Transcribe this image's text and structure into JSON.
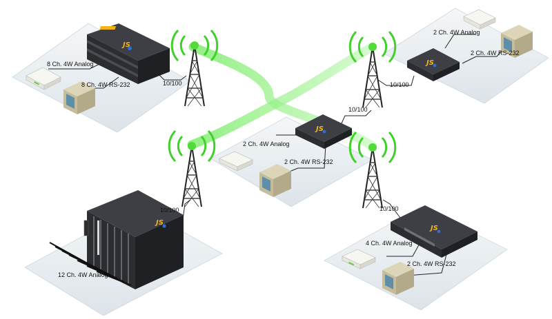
{
  "colors": {
    "platform": "#e9eef2",
    "platform_edge": "#c9d2d8",
    "chassis": "#2c2d30",
    "chassis_top": "#3d3f44",
    "radio_glow": "#4fdc3a",
    "link_beam": "#7ff064",
    "brand_yellow": "#f2b318",
    "brand_blue": "#2e6fd1",
    "modem_body": "#f7f7f2",
    "terminal_body": "#cfc6a8",
    "terminal_screen": "#5f8fa8"
  },
  "logo_text": "JS",
  "sites": {
    "top_left": {
      "analog_label": "8 Ch. 4W Analog",
      "serial_label": "8 Ch. 4W RS-232",
      "ethernet_label": "10/100",
      "device_icon": "rack-mount-multiplexer-icon"
    },
    "top_right": {
      "analog_label": "2 Ch. 4W Analog",
      "serial_label": "2 Ch. 4W RS-232",
      "ethernet_label": "10/100",
      "device_icon": "compact-multiplexer-icon"
    },
    "center": {
      "analog_label": "2 Ch. 4W Analog",
      "serial_label": "2 Ch. 4W RS-232",
      "ethernet_label": "10/100",
      "device_icon": "compact-multiplexer-icon"
    },
    "bottom_left": {
      "analog_label": "12 Ch. 4W Analog",
      "ethernet_label": "10/100",
      "device_icon": "card-cage-chassis-icon"
    },
    "bottom_right": {
      "analog_label": "4 Ch. 4W Analog",
      "serial_label": "2 Ch. 4W RS-232",
      "ethernet_label": "10/100",
      "device_icon": "1u-multiplexer-icon"
    }
  },
  "towers": [
    {
      "id": "tower-top-left",
      "icon": "radio-tower-icon"
    },
    {
      "id": "tower-top-right",
      "icon": "radio-tower-icon"
    },
    {
      "id": "tower-mid-left",
      "icon": "radio-tower-icon"
    },
    {
      "id": "tower-mid-right",
      "icon": "radio-tower-icon"
    }
  ]
}
